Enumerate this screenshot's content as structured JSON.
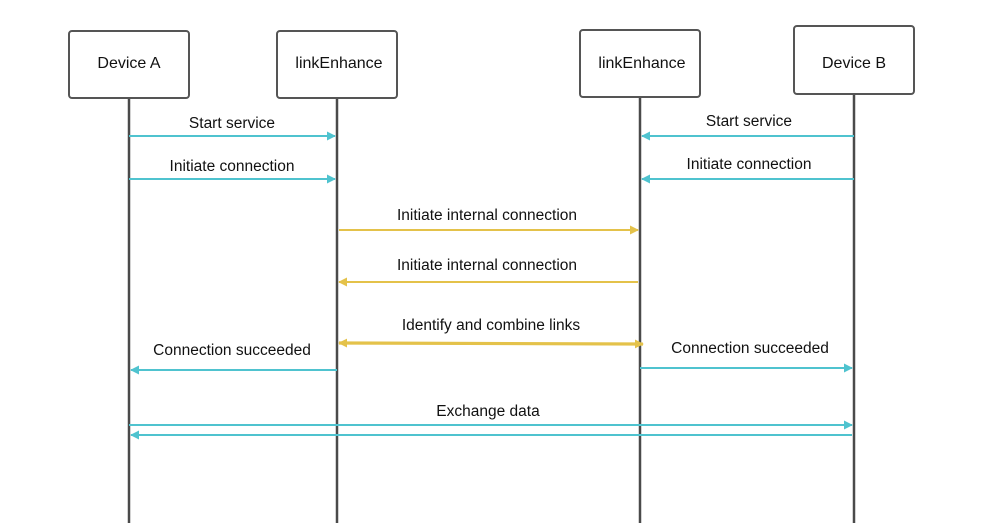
{
  "colors": {
    "lifeline": "#4a4a4a",
    "box_border": "#555555",
    "teal": "#4fc3cf",
    "gold": "#e4c24a",
    "text": "#111111"
  },
  "participants": [
    {
      "id": "device_a",
      "label": "Device A"
    },
    {
      "id": "link_a",
      "label": "linkEnhance"
    },
    {
      "id": "link_b",
      "label": "linkEnhance"
    },
    {
      "id": "device_b",
      "label": "Device B"
    }
  ],
  "messages": [
    {
      "id": "start_service_a",
      "label": "Start service",
      "color": "teal",
      "from": "device_a",
      "to": "link_a"
    },
    {
      "id": "start_service_b",
      "label": "Start service",
      "color": "teal",
      "from": "device_b",
      "to": "link_b"
    },
    {
      "id": "initiate_connection_a",
      "label": "Initiate connection",
      "color": "teal",
      "from": "device_a",
      "to": "link_a"
    },
    {
      "id": "initiate_connection_b",
      "label": "Initiate connection",
      "color": "teal",
      "from": "device_b",
      "to": "link_b"
    },
    {
      "id": "internal_connection_1",
      "label": "Initiate internal connection",
      "color": "gold",
      "from": "link_a",
      "to": "link_b"
    },
    {
      "id": "internal_connection_2",
      "label": "Initiate internal connection",
      "color": "gold",
      "from": "link_b",
      "to": "link_a"
    },
    {
      "id": "identify_combine",
      "label": "Identify and combine links",
      "color": "gold",
      "from": "link_a",
      "to": "link_b",
      "bidirectional": true
    },
    {
      "id": "connection_succeeded_a",
      "label": "Connection succeeded",
      "color": "teal",
      "from": "link_a",
      "to": "device_a"
    },
    {
      "id": "connection_succeeded_b",
      "label": "Connection succeeded",
      "color": "teal",
      "from": "link_b",
      "to": "device_b"
    },
    {
      "id": "exchange_data_fwd",
      "label": "Exchange data",
      "color": "teal",
      "from": "device_a",
      "to": "device_b"
    },
    {
      "id": "exchange_data_back",
      "label": "",
      "color": "teal",
      "from": "device_b",
      "to": "device_a"
    }
  ]
}
